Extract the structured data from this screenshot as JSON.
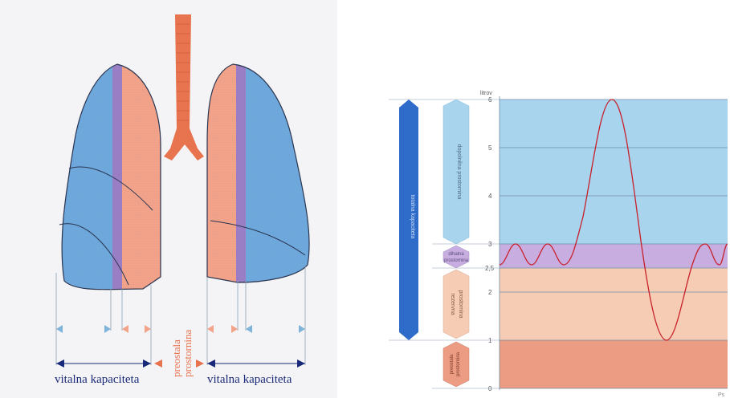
{
  "lungs": {
    "label_left": "vitalna kapaciteta",
    "label_right": "vitalna kapaciteta",
    "center_label_line1": "preostala",
    "center_label_line2": "prostornina",
    "colors": {
      "blue": "#6fa8dc",
      "salmon": "#f2a38a",
      "purple": "#9b7fc6",
      "trachea": "#e8734f",
      "arrow_dark": "#1a2a7a",
      "arrow_light": "#7fb3d9"
    }
  },
  "spirogram": {
    "unit": "litrov",
    "ticks": [
      "6",
      "5",
      "4",
      "3",
      "2,5",
      "2",
      "1",
      "0"
    ],
    "tall_bar_label": "totalna kapaciteta",
    "bars": [
      {
        "name": "inspiratory",
        "label": "dopolnilna prostornina"
      },
      {
        "name": "tidal",
        "label_line1": "dihalna",
        "label_line2": "prostornina"
      },
      {
        "name": "expiratory",
        "label_line1": "rezervna",
        "label_line2": "prostornina"
      },
      {
        "name": "residual",
        "label_line1": "preostala",
        "label_line2": "prostornina"
      }
    ],
    "colors": {
      "inspiratory": "#a9d4ee",
      "tidal": "#c8aee0",
      "expiratory": "#f6cdb4",
      "residual": "#ec9c82",
      "total_bar": "#2f6cc9",
      "curve": "#c8202a"
    },
    "corner_mark": "Ps"
  }
}
